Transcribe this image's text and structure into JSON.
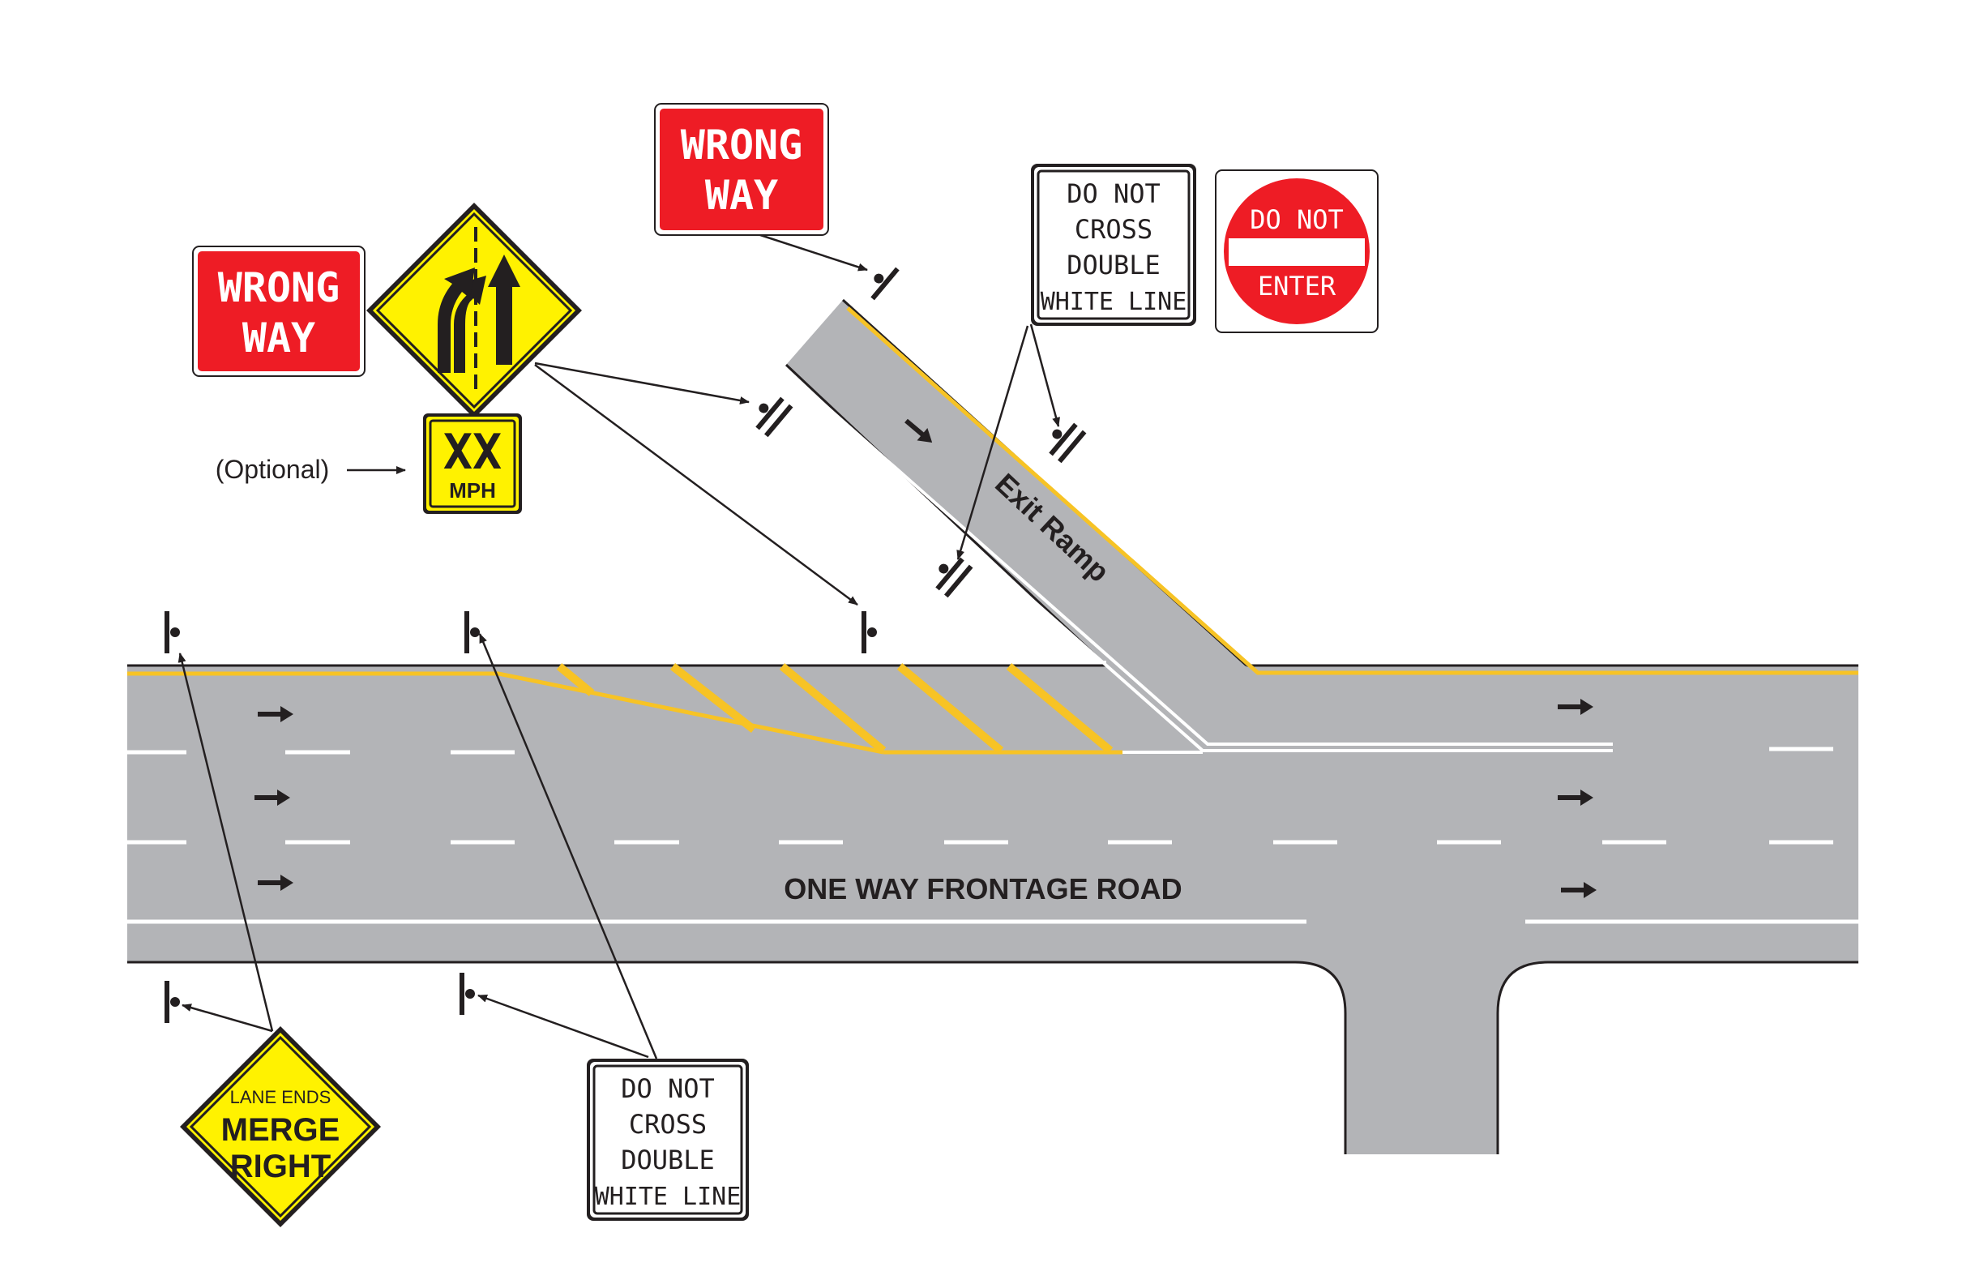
{
  "road": {
    "main_label": "ONE WAY FRONTAGE ROAD",
    "ramp_label": "Exit Ramp"
  },
  "signs": {
    "wrong_way_left": {
      "line1": "WRONG",
      "line2": "WAY"
    },
    "wrong_way_top": {
      "line1": "WRONG",
      "line2": "WAY"
    },
    "speed_plaque": {
      "value": "XX",
      "unit": "MPH"
    },
    "optional_label": "(Optional)",
    "dncdwl_top": {
      "line1": "DO  NOT",
      "line2": "CROSS",
      "line3": "DOUBLE",
      "line4": "WHITE  LINE"
    },
    "dncdwl_bottom": {
      "line1": "DO  NOT",
      "line2": "CROSS",
      "line3": "DOUBLE",
      "line4": "WHITE  LINE"
    },
    "do_not_enter": {
      "line1": "DO  NOT",
      "line2": "ENTER"
    },
    "lane_ends": {
      "line1": "LANE  ENDS",
      "line2": "MERGE",
      "line3": "RIGHT"
    }
  },
  "colors": {
    "pavement": "#b3b4b7",
    "edge_yellow": "#f7c325",
    "lane_white": "#ffffff",
    "sign_red": "#ee1c25",
    "sign_yellow": "#fff200",
    "ink": "#231f20"
  },
  "icons": {
    "merge_symbol": "lane-merge-arrows-icon",
    "direction_arrow": "right-arrow-icon",
    "sign_post": "sign-post-icon"
  }
}
